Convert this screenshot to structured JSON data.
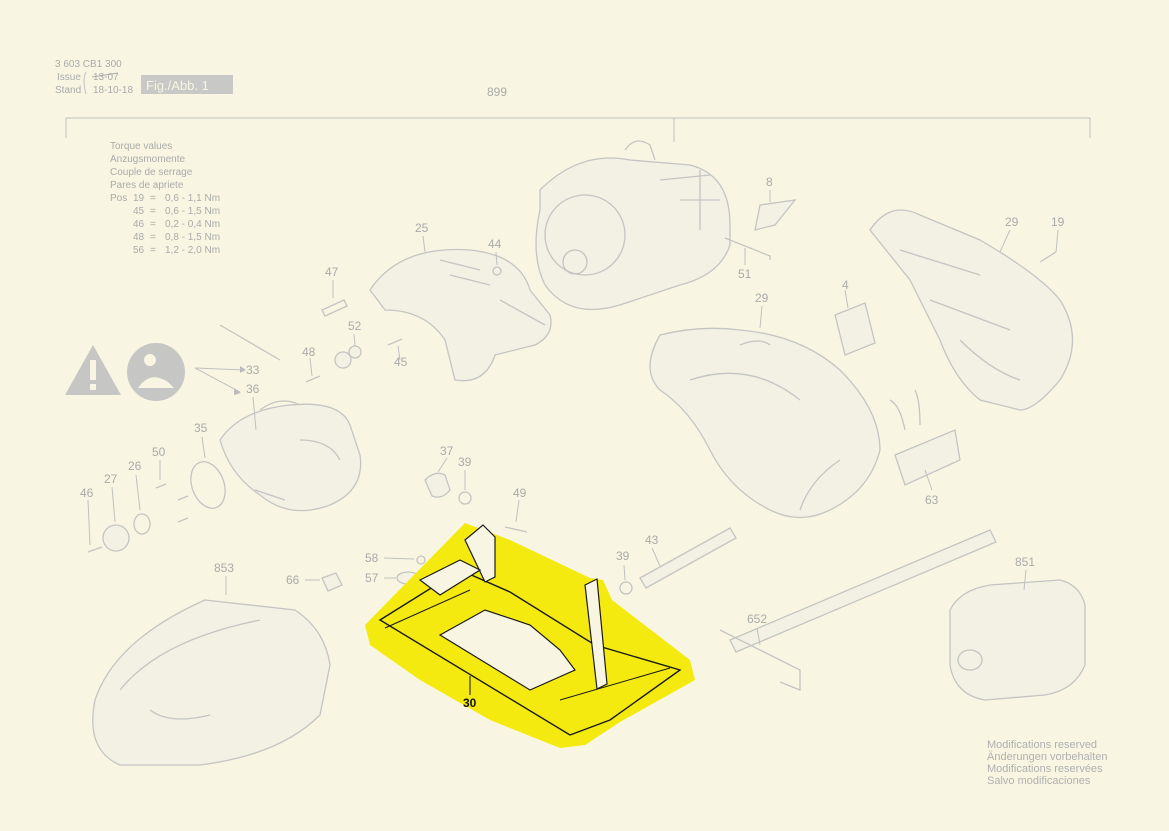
{
  "header": {
    "doc_number": "3 603 CB1 300",
    "issue_label": "Issue",
    "issue_value": "13-07",
    "stand_label": "Stand",
    "stand_value": "18-10-18",
    "figure_label": "Fig./Abb. 1"
  },
  "assembly_number": "899",
  "torque_table": {
    "titles": [
      "Torque values",
      "Anzugsmomente",
      "Couple de serrage",
      "Pares de apriete"
    ],
    "pos_label": "Pos",
    "rows": [
      {
        "pos": "19",
        "eq": "=",
        "range": "0,6 - 1,1 Nm"
      },
      {
        "pos": "45",
        "eq": "=",
        "range": "0,6 - 1,5 Nm"
      },
      {
        "pos": "46",
        "eq": "=",
        "range": "0,2 - 0,4 Nm"
      },
      {
        "pos": "48",
        "eq": "=",
        "range": "0,8 - 1,5 Nm"
      },
      {
        "pos": "56",
        "eq": "=",
        "range": "1,2 - 2,0 Nm"
      }
    ]
  },
  "part_labels": {
    "p8": "8",
    "p29a": "29",
    "p19": "19",
    "p25": "25",
    "p44": "44",
    "p47": "47",
    "p51": "51",
    "p29b": "29",
    "p4": "4",
    "p52": "52",
    "p48": "48",
    "p45": "45",
    "p33": "33",
    "p36": "36",
    "p35": "35",
    "p50": "50",
    "p26": "26",
    "p27": "27",
    "p46": "46",
    "p37": "37",
    "p39a": "39",
    "p49": "49",
    "p63": "63",
    "p58": "58",
    "p57": "57",
    "p39b": "39",
    "p43": "43",
    "p853": "853",
    "p66": "66",
    "p851": "851",
    "p652": "652",
    "p30": "30"
  },
  "highlighted_part": "30",
  "highlight_color": "#f5ea10",
  "footer": {
    "lines": [
      "Modifications reserved",
      "Änderungen vorbehalten",
      "Modifications reservées",
      "Salvo modificaciones"
    ]
  }
}
